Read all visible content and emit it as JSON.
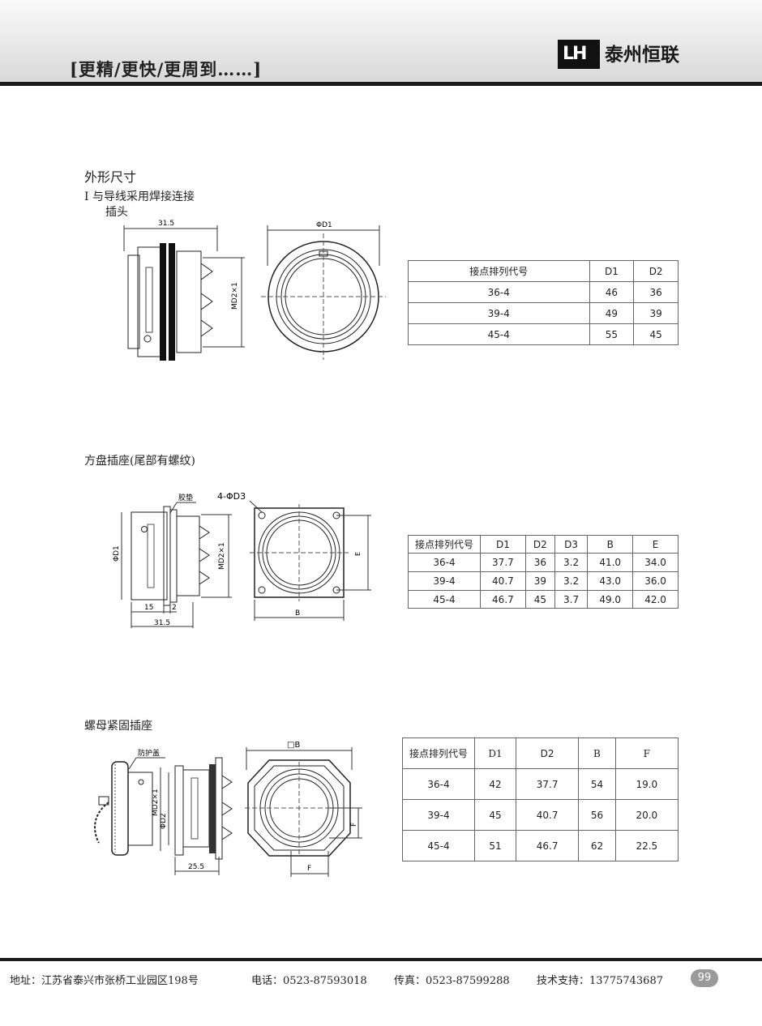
{
  "header": {
    "slogan": "[更精/更快/更周到……]",
    "brand_name": "泰州恒联",
    "logo_letters": "LH"
  },
  "section_title": "外形尺寸",
  "section1": {
    "title": "I 与导线采用焊接连接",
    "subtitle": "插头",
    "drawing_labels": {
      "length": "31.5",
      "md2": "MD2×1",
      "phi_d1": "ΦD1"
    },
    "table": {
      "headers": [
        "接点排列代号",
        "D1",
        "D2"
      ],
      "rows": [
        [
          "36-4",
          "46",
          "36"
        ],
        [
          "39-4",
          "49",
          "39"
        ],
        [
          "45-4",
          "55",
          "45"
        ]
      ]
    }
  },
  "section2": {
    "title": "方盘插座(尾部有螺纹)",
    "drawing_labels": {
      "gasket": "胶垫",
      "holes": "4-ΦD3",
      "phi_d1": "ΦD1",
      "md2": "MD2×1",
      "dim15": "15",
      "dim2": "2",
      "dim315": "31.5",
      "b": "B",
      "e": "E"
    },
    "table": {
      "headers": [
        "接点排列代号",
        "D1",
        "D2",
        "D3",
        "B",
        "E"
      ],
      "rows": [
        [
          "36-4",
          "37.7",
          "36",
          "3.2",
          "41.0",
          "34.0"
        ],
        [
          "39-4",
          "40.7",
          "39",
          "3.2",
          "43.0",
          "36.0"
        ],
        [
          "45-4",
          "46.7",
          "45",
          "3.7",
          "49.0",
          "42.0"
        ]
      ]
    }
  },
  "section3": {
    "title": "螺母紧固插座",
    "drawing_labels": {
      "cap": "防护盖",
      "md2": "MD2×1",
      "phi_d2": "ΦD2",
      "dim255": "25.5",
      "square_b": "□B",
      "f": "F",
      "f2": "F"
    },
    "table": {
      "headers": [
        "接点排列代号",
        "D1",
        "D2",
        "B",
        "F"
      ],
      "rows": [
        [
          "36-4",
          "42",
          "37.7",
          "54",
          "19.0"
        ],
        [
          "39-4",
          "45",
          "40.7",
          "56",
          "20.0"
        ],
        [
          "45-4",
          "51",
          "46.7",
          "62",
          "22.5"
        ]
      ]
    }
  },
  "footer": {
    "address": "地址：江苏省泰兴市张桥工业园区198号",
    "phone": "电话：0523-87593018",
    "fax": "传真：0523-87599288",
    "support": "技术支持：13775743687",
    "page": "99"
  }
}
